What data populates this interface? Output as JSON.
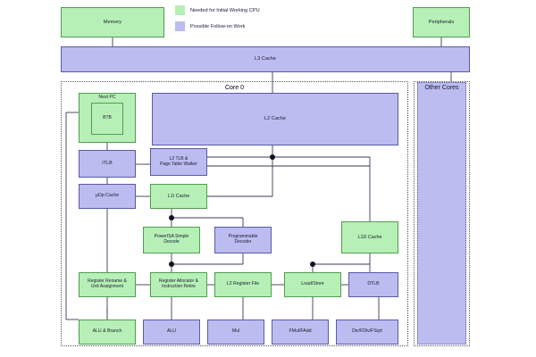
{
  "diagram": {
    "title_core": "Core 0",
    "title_other_cores": "Other Cores"
  },
  "legend": {
    "items": [
      {
        "label": "Needed for Initial Working CPU",
        "color": "#b6f0b6",
        "border": "#4f9d4f"
      },
      {
        "label": "Possible Follow-on Work",
        "color": "#bcbcf0",
        "border": "#5a5aa8"
      }
    ]
  },
  "colors": {
    "green_fill": "#b6f0b6",
    "green_border": "#4f9d4f",
    "purple_fill": "#bcbcf0",
    "purple_border": "#5a5aa8",
    "wire": "#3a3a5a",
    "group_border": "#555555"
  },
  "blocks": {
    "memory": "Memory",
    "peripherals": "Peripherals",
    "l3_cache": "L3 Cache",
    "next_pc": "Next PC",
    "btb": "BTB",
    "l2_cache": "L2 Cache",
    "itlb": "ITLB",
    "l2_tlb_ptw": "L2 TLB &\nPage Table Walker",
    "uop_cache": "µOp Cache",
    "l1i_cache": "L1I Cache",
    "powerisa_decode": "PowerISA Simple\nDecode",
    "programmable_decoder": "Programmable\nDecoder",
    "l1d_cache": "L1D Cache",
    "register_rename": "Register Rename &\nUnit Assignment",
    "register_allocator": "Register Allocator &\nInstruction Retire",
    "l2_register_file": "L2 Register File",
    "load_store": "Load/Store",
    "dtlb": "DTLB",
    "alu_branch": "ALU & Branch",
    "alu": "ALU",
    "mul": "Mul",
    "fmul_fadd": "FMul/FAdd",
    "div_fdiv_fsqrt": "Div/FDiv/FSqrt",
    "other_cores_body": ""
  }
}
